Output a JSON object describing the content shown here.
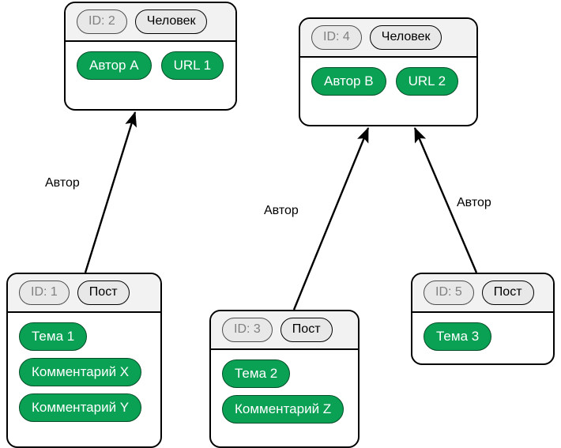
{
  "diagram": {
    "type": "graph-data-model",
    "nodes": [
      {
        "id_label": "ID: 2",
        "type_label": "Человек",
        "properties": [
          "Автор A",
          "URL 1"
        ]
      },
      {
        "id_label": "ID: 4",
        "type_label": "Человек",
        "properties": [
          "Автор B",
          "URL 2"
        ]
      },
      {
        "id_label": "ID: 1",
        "type_label": "Пост",
        "properties": [
          "Тема 1",
          "Комментарий X",
          "Комментарий Y"
        ]
      },
      {
        "id_label": "ID: 3",
        "type_label": "Пост",
        "properties": [
          "Тема 2",
          "Комментарий Z"
        ]
      },
      {
        "id_label": "ID: 5",
        "type_label": "Пост",
        "properties": [
          "Тема 3"
        ]
      }
    ],
    "edges": [
      {
        "label": "Автор",
        "from": "ID: 1",
        "to": "ID: 2"
      },
      {
        "label": "Автор",
        "from": "ID: 3",
        "to": "ID: 4"
      },
      {
        "label": "Автор",
        "from": "ID: 5",
        "to": "ID: 4"
      }
    ],
    "colors": {
      "property_pill": "#0aa155",
      "property_pill_border": "#054d26",
      "property_pill_text": "#ffffff",
      "node_border": "#000000",
      "node_header_bg": "#f2f2f2",
      "chip_bg": "#e8e8e8",
      "id_chip_text": "#808080",
      "type_chip_text": "#000000",
      "edge": "#000000",
      "background": "#ffffff"
    }
  }
}
